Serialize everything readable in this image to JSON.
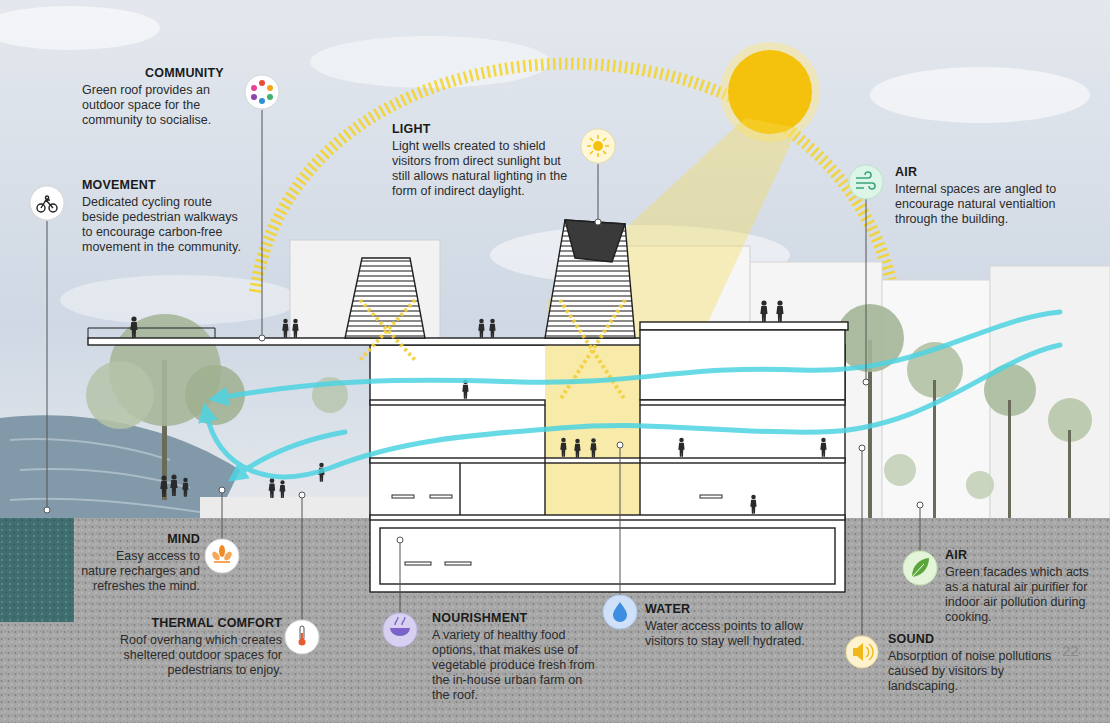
{
  "diagram": {
    "labels": [
      "COMMUNITY",
      "Green roof provides an outdoor space for the community to socialise.",
      "MOVEMENT",
      "Dedicated cycling route beside pedestrian walkways to encourage carbon-free movement in the community.",
      "LIGHT",
      "Light wells created to shield visitors from direct sunlight but still allows natural lighting in the form of indirect daylight.",
      "AIR",
      "Internal spaces are angled to encourage natural ventialtion through the building.",
      "MIND",
      "Easy access to nature recharges and refreshes the mind.",
      "THERMAL COMFORT",
      "Roof overhang which creates sheltered outdoor spaces for pedestrians to enjoy.",
      "NOURISHMENT",
      "A variety of healthy food options, that makes use of vegetable produce fresh from the in-house urban farm on the roof.",
      "WATER",
      "Water access points to allow visitors to stay well hydrated.",
      "AIR",
      "Green facades which acts as a natural air purifier for indoor air pollution during cooking.",
      "SOUND",
      "Absorption of noise pollutions caused by visitors by landscaping.",
      "22"
    ]
  }
}
